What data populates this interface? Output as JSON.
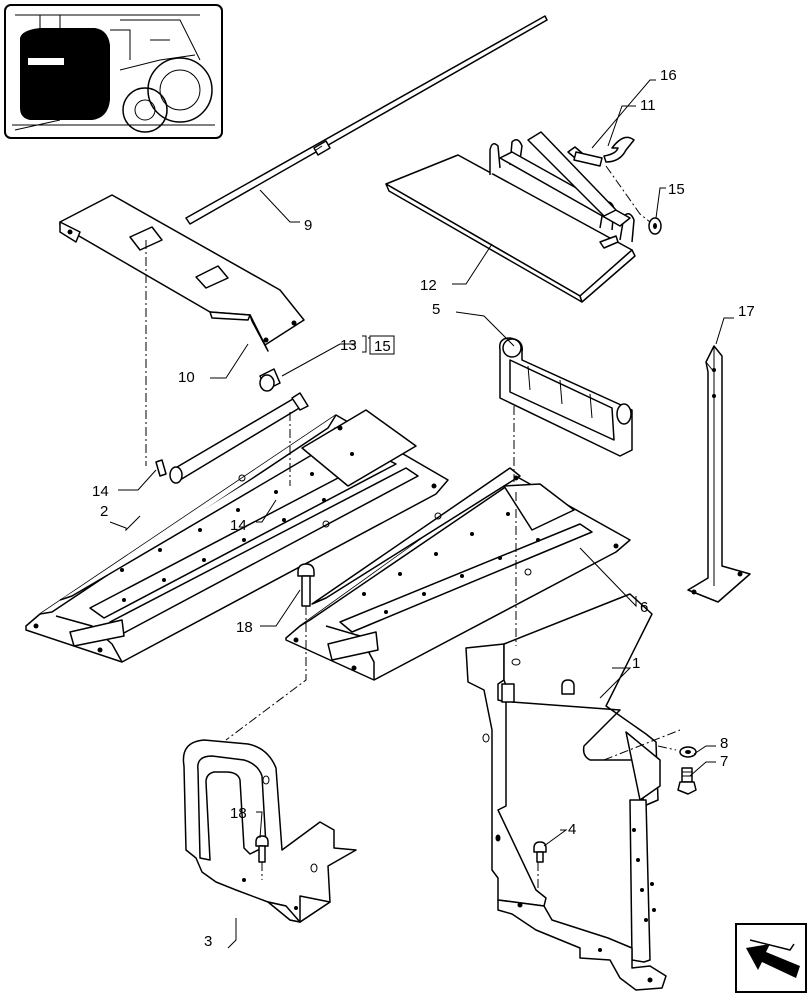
{
  "callouts": {
    "c1": "1",
    "c2": "2",
    "c3": "3",
    "c4": "4",
    "c5": "5",
    "c6": "6",
    "c7": "7",
    "c8": "8",
    "c9": "9",
    "c10": "10",
    "c11": "11",
    "c12": "12",
    "c13": "13",
    "c14a": "14",
    "c14b": "14",
    "c15a": "15",
    "c15b": "15",
    "c16": "16",
    "c17": "17",
    "c18a": "18",
    "c18b": "18"
  },
  "icons": {
    "thumbnail": "tractor-location-thumbnail-icon",
    "navigation": "next-page-arrow-icon"
  },
  "colors": {
    "line": "#000000",
    "background": "#ffffff"
  }
}
